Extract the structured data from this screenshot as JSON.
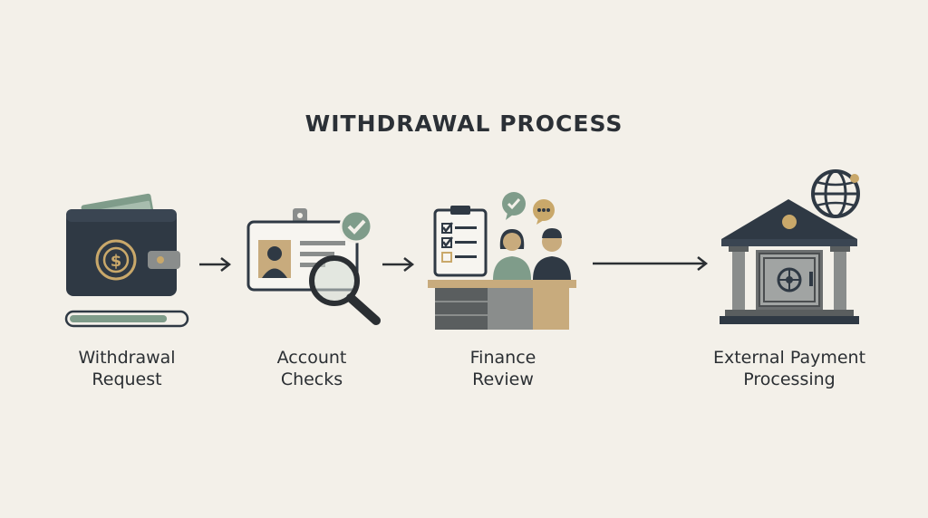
{
  "title": "WITHDRAWAL PROCESS",
  "colors": {
    "background": "#f3f0e9",
    "dark": "#2f3944",
    "sage": "#7f9c8a",
    "gold": "#c9a86a",
    "tan": "#c8ab7d",
    "gray": "#8a8d8c"
  },
  "steps": [
    {
      "line1": "Withdrawal",
      "line2": "Request",
      "icon": "wallet-icon"
    },
    {
      "line1": "Account",
      "line2": "Checks",
      "icon": "id-card-magnifier-icon"
    },
    {
      "line1": "Finance",
      "line2": "Review",
      "icon": "finance-desk-icon"
    },
    {
      "line1": "External Payment",
      "line2": "Processing",
      "icon": "bank-globe-icon"
    }
  ],
  "progress": 0.85
}
